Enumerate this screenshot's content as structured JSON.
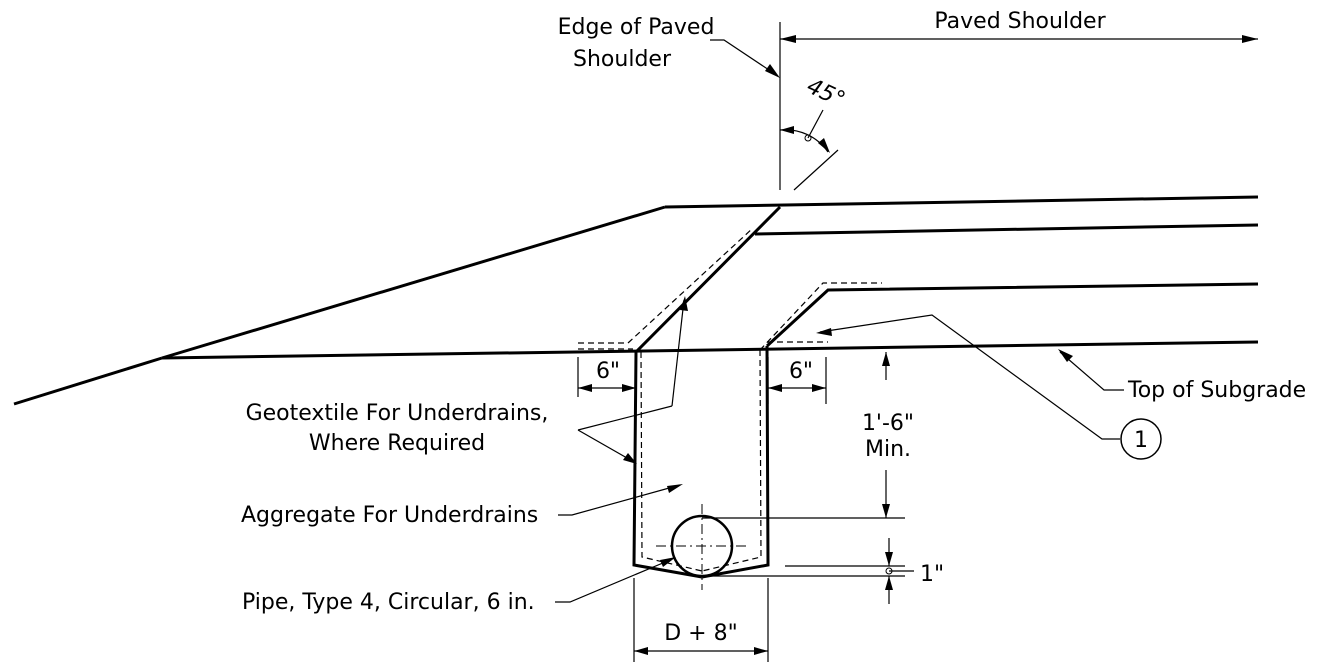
{
  "labels": {
    "paved_shoulder": "Paved Shoulder",
    "edge_line1": "Edge of Paved",
    "edge_line2": "Shoulder",
    "angle": "45°",
    "dim_left": "6\"",
    "dim_right": "6\"",
    "geotextile_line1": "Geotextile For Underdrains,",
    "geotextile_line2": "Where Required",
    "aggregate": "Aggregate For Underdrains",
    "pipe": "Pipe, Type 4, Circular, 6 in.",
    "top_subgrade": "Top of Subgrade",
    "depth_line1": "1'-6\"",
    "depth_line2": "Min.",
    "cover": "1\"",
    "width": "D + 8\"",
    "callout": "1"
  }
}
